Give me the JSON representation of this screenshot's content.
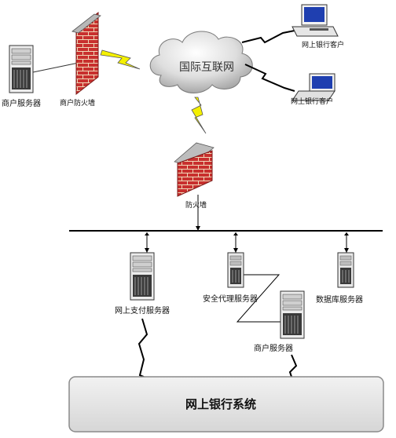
{
  "labels": {
    "merchant_server_top": "商户服务器",
    "merchant_firewall": "商户防火墙",
    "internet": "国际互联网",
    "client_desktop": "网上银行客户",
    "client_laptop": "网上银行客户",
    "firewall": "防火墙",
    "payment_server": "网上支付服务器",
    "proxy_server": "安全代理服务器",
    "db_server": "数据库服务器",
    "merchant_server_bottom": "商户服务器",
    "system": "网上银行系统"
  },
  "colors": {
    "brick": "#c8302e",
    "mortar": "#f0d8b8",
    "lightning": "#f4f000",
    "cloud": "#d8d8d8",
    "system_box": "#e4e4e4"
  }
}
